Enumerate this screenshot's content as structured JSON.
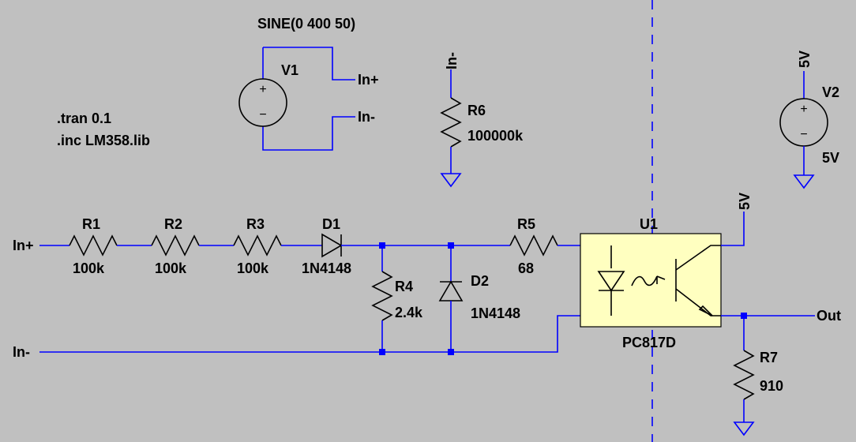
{
  "directives": {
    "tran": ".tran 0.1",
    "inc": ".inc LM358.lib"
  },
  "v1": {
    "name": "V1",
    "value": "SINE(0 400 50)",
    "plus_label": "+",
    "minus_label": "−"
  },
  "v2": {
    "name": "V2",
    "value": "5V",
    "plus_label": "+",
    "minus_label": "−"
  },
  "r1": {
    "name": "R1",
    "value": "100k"
  },
  "r2": {
    "name": "R2",
    "value": "100k"
  },
  "r3": {
    "name": "R3",
    "value": "100k"
  },
  "r4": {
    "name": "R4",
    "value": "2.4k"
  },
  "r5": {
    "name": "R5",
    "value": "68"
  },
  "r6": {
    "name": "R6",
    "value": "100000k"
  },
  "r7": {
    "name": "R7",
    "value": "910"
  },
  "d1": {
    "name": "D1",
    "value": "1N4148"
  },
  "d2": {
    "name": "D2",
    "value": "1N4148"
  },
  "u1": {
    "name": "U1",
    "value": "PC817D"
  },
  "nets": {
    "v1_in_plus": "In+",
    "v1_in_minus": "In-",
    "r6_top": "In-",
    "v2_top": "5V",
    "u1_vcc": "5V",
    "left_in_plus": "In+",
    "left_in_minus": "In-",
    "out": "Out"
  },
  "colors": {
    "background": "#c0c0c0",
    "wire": "#0000ff",
    "optocoupler_fill": "#ffffc0"
  }
}
